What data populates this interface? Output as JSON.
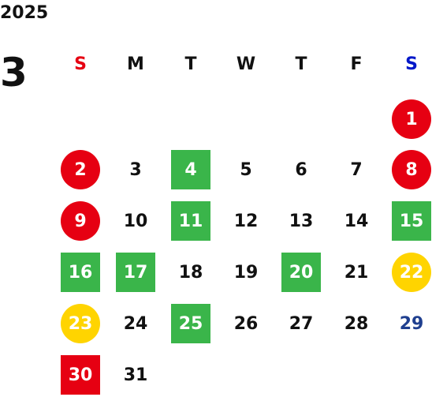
{
  "calendar": {
    "year": "2025",
    "month": "3",
    "weekdays": [
      {
        "label": "S",
        "color": "#e60012"
      },
      {
        "label": "M",
        "color": "#111111"
      },
      {
        "label": "T",
        "color": "#111111"
      },
      {
        "label": "W",
        "color": "#111111"
      },
      {
        "label": "T",
        "color": "#111111"
      },
      {
        "label": "F",
        "color": "#111111"
      },
      {
        "label": "S",
        "color": "#0018c9"
      }
    ],
    "days": [
      {
        "day": "1",
        "style": "red-circle"
      },
      {
        "day": "2",
        "style": "red-circle"
      },
      {
        "day": "3",
        "style": "plain"
      },
      {
        "day": "4",
        "style": "green-square"
      },
      {
        "day": "5",
        "style": "plain"
      },
      {
        "day": "6",
        "style": "plain"
      },
      {
        "day": "7",
        "style": "plain"
      },
      {
        "day": "8",
        "style": "red-circle"
      },
      {
        "day": "9",
        "style": "red-circle"
      },
      {
        "day": "10",
        "style": "plain"
      },
      {
        "day": "11",
        "style": "green-square"
      },
      {
        "day": "12",
        "style": "plain"
      },
      {
        "day": "13",
        "style": "plain"
      },
      {
        "day": "14",
        "style": "plain"
      },
      {
        "day": "15",
        "style": "green-square"
      },
      {
        "day": "16",
        "style": "green-square"
      },
      {
        "day": "17",
        "style": "green-square"
      },
      {
        "day": "18",
        "style": "plain"
      },
      {
        "day": "19",
        "style": "plain"
      },
      {
        "day": "20",
        "style": "green-square"
      },
      {
        "day": "21",
        "style": "plain"
      },
      {
        "day": "22",
        "style": "yellow-circle"
      },
      {
        "day": "23",
        "style": "yellow-circle"
      },
      {
        "day": "24",
        "style": "plain"
      },
      {
        "day": "25",
        "style": "green-square"
      },
      {
        "day": "26",
        "style": "plain"
      },
      {
        "day": "27",
        "style": "plain"
      },
      {
        "day": "28",
        "style": "plain"
      },
      {
        "day": "29",
        "style": "blue-text"
      },
      {
        "day": "30",
        "style": "red-square"
      },
      {
        "day": "31",
        "style": "plain"
      }
    ],
    "colors": {
      "red": "#e60012",
      "green": "#3ab54a",
      "yellow": "#ffd400",
      "blue_text": "#1f3f8f",
      "text": "#111111",
      "on_color": "#ffffff"
    }
  }
}
